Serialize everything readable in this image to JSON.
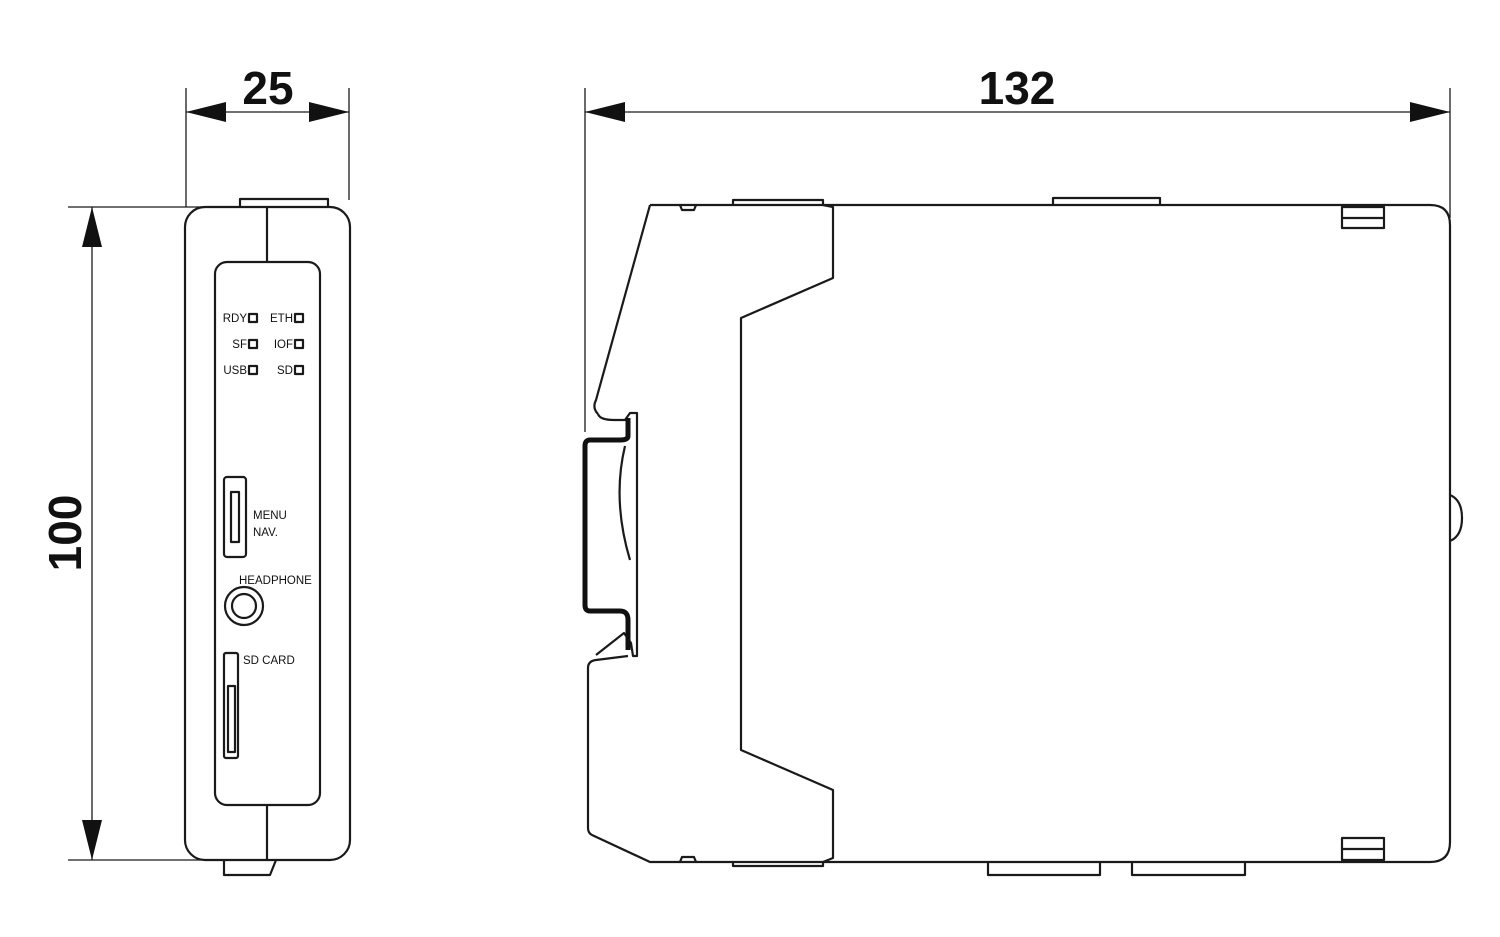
{
  "dimensions": {
    "width_front": "25",
    "depth_side": "132",
    "height": "100"
  },
  "front_panel": {
    "leds_left": [
      "RDY",
      "SF",
      "USB"
    ],
    "leds_right": [
      "ETH",
      "IOF",
      "SD"
    ],
    "menu_label_1": "MENU",
    "menu_label_2": "NAV.",
    "headphone_label": "HEADPHONE",
    "sdcard_label": "SD CARD"
  }
}
